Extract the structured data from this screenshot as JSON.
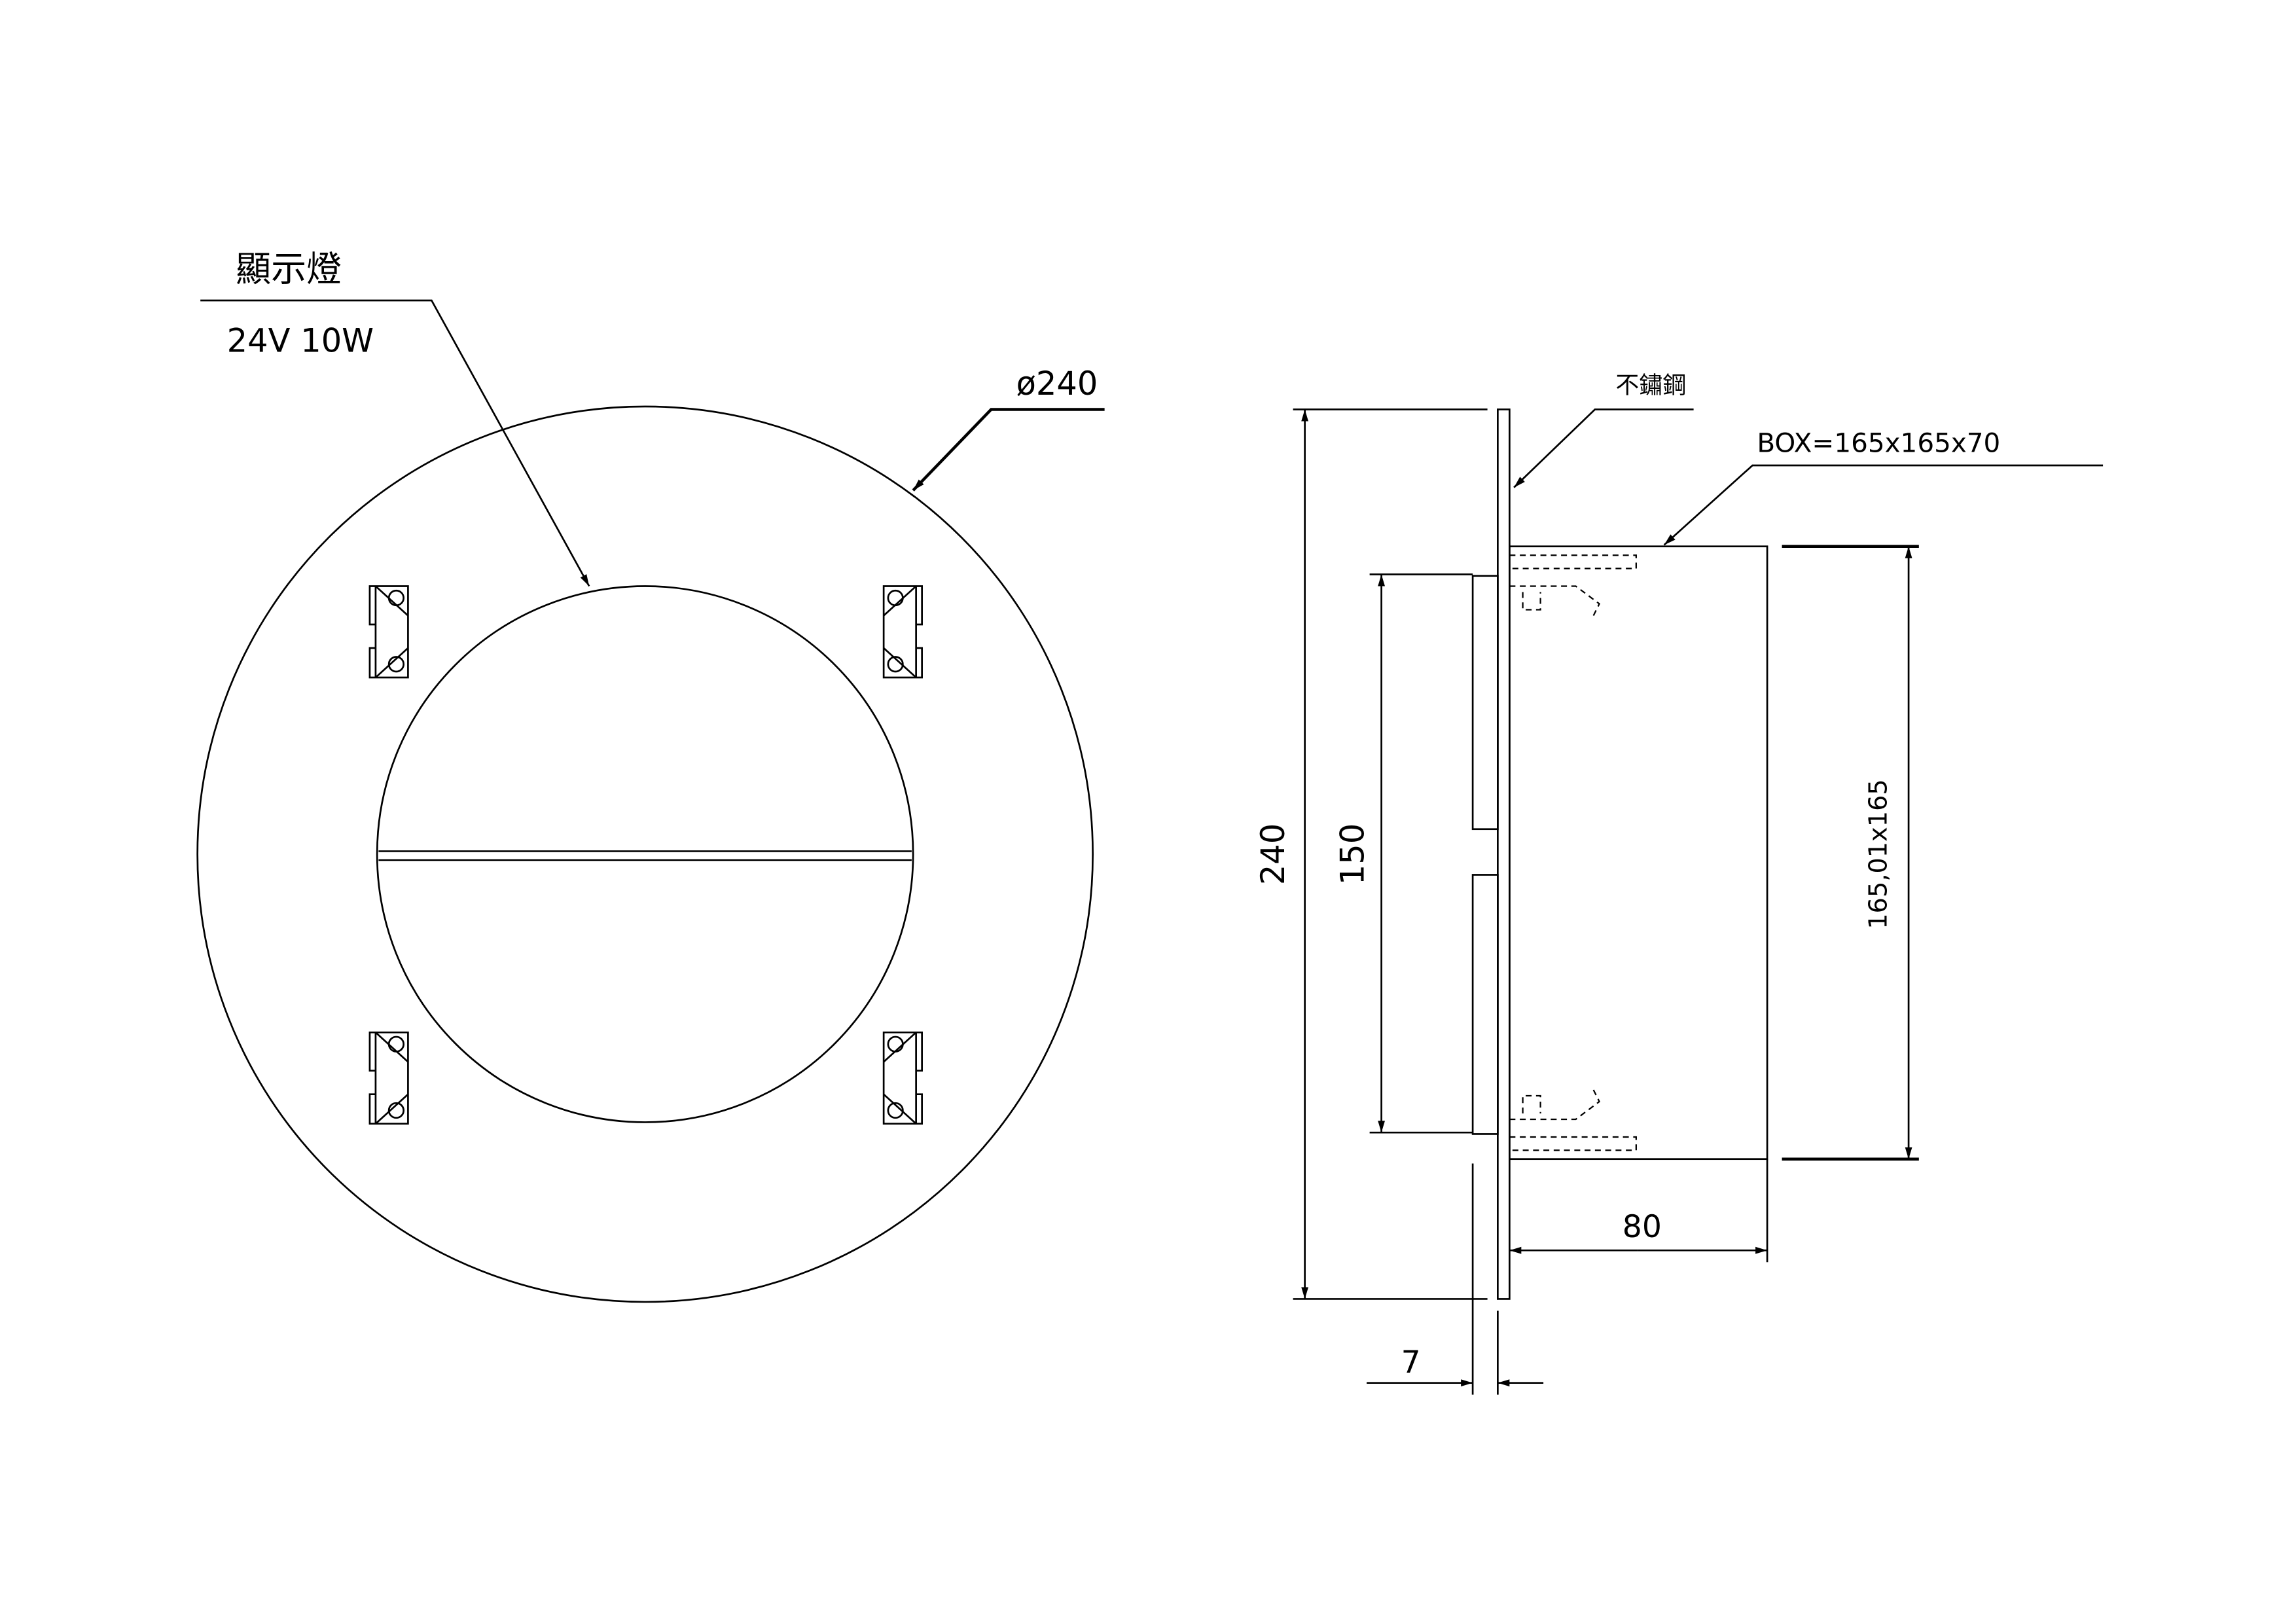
{
  "front_view": {
    "indicator_label": "顯示燈",
    "indicator_spec": "24V 10W",
    "diameter_label": "ø240"
  },
  "side_view": {
    "material_label": "不鏽鋼",
    "box_label": "BOX=165x165x70",
    "dim_overall_height": "240",
    "dim_face_height": "150",
    "dim_box_height": "165,01x165",
    "dim_depth": "80",
    "dim_thickness": "7"
  }
}
